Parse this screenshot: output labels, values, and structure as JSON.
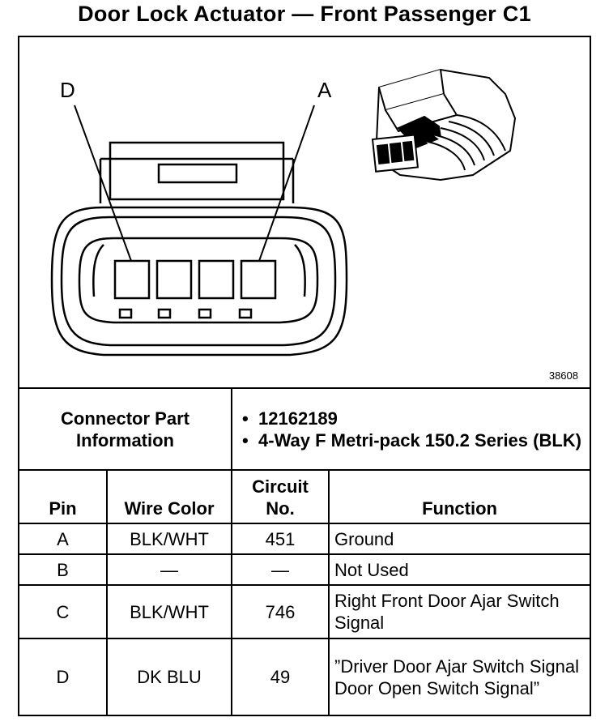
{
  "title": "Door Lock Actuator — Front Passenger C1",
  "figure": {
    "figure_number": "38608",
    "pin_callouts": [
      "D",
      "A"
    ]
  },
  "connector_info": {
    "label": "Connector Part Information",
    "items": [
      "12162189",
      "4-Way F Metri-pack 150.2 Series (BLK)"
    ]
  },
  "table": {
    "headers": {
      "pin": "Pin",
      "wire_color": "Wire Color",
      "circuit": "Circuit No.",
      "function": "Function"
    },
    "rows": [
      {
        "pin": "A",
        "wire_color": "BLK/WHT",
        "circuit": "451",
        "function": "Ground"
      },
      {
        "pin": "B",
        "wire_color": "—",
        "circuit": "—",
        "function": "Not Used"
      },
      {
        "pin": "C",
        "wire_color": "BLK/WHT",
        "circuit": "746",
        "function": "Right Front Door Ajar Switch Signal"
      },
      {
        "pin": "D",
        "wire_color": "DK BLU",
        "circuit": "49",
        "function": "”Driver Door Ajar Switch Signal Door Open Switch Signal”"
      }
    ]
  }
}
